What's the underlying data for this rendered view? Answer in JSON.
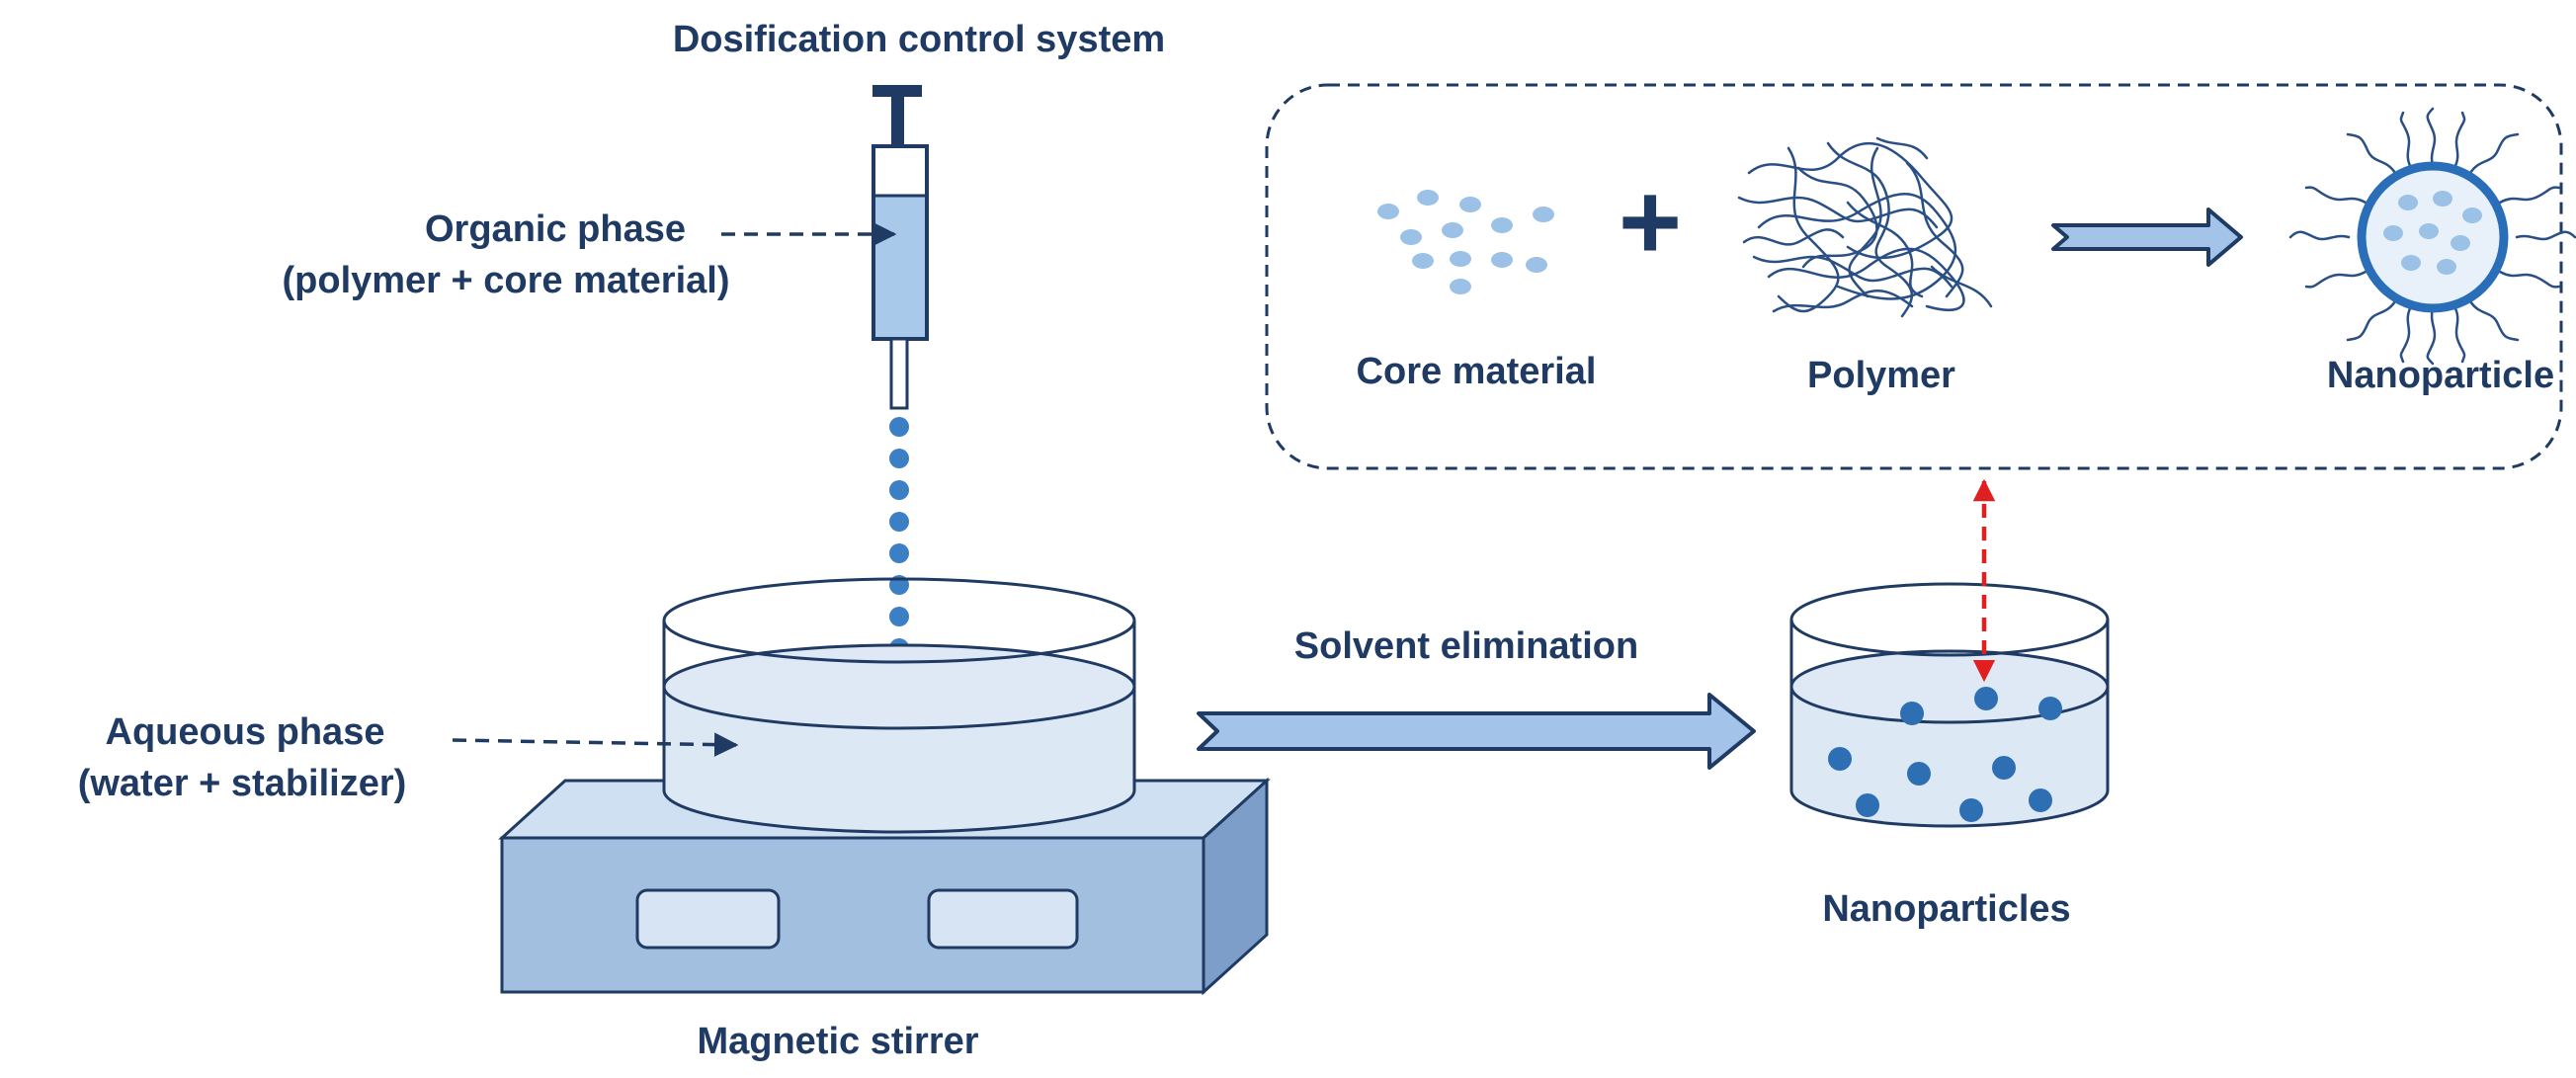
{
  "title": "Dosification control system",
  "syringe": {
    "label_line1": "Organic phase",
    "label_line2": "(polymer + core material)"
  },
  "beaker": {
    "label_line1": "Aqueous phase",
    "label_line2": "(water + stabilizer)"
  },
  "stirrer": {
    "label": "Magnetic stirrer"
  },
  "process": {
    "arrow_label": "Solvent elimination"
  },
  "result": {
    "label": "Nanoparticles"
  },
  "inset": {
    "core_label": "Core material",
    "plus_sign": "+",
    "polymer_label": "Polymer",
    "nanoparticle_label": "Nanoparticle"
  },
  "colors": {
    "dark_navy": "#1f3a63",
    "liquid": "#dde8f5",
    "droplet": "#3b7fc4",
    "stirrer_body": "#a3bfe0",
    "stirrer_side": "#7c9ec9",
    "light_dot": "#9cc1e6",
    "connector": "#e02020"
  }
}
